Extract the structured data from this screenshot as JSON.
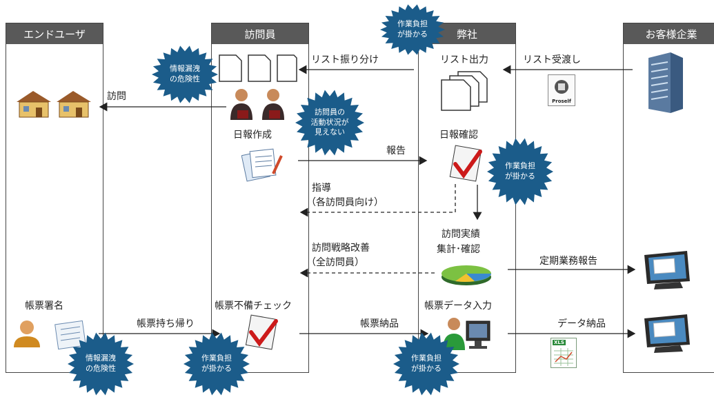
{
  "lanes": {
    "end_user": "エンドユーザ",
    "visitor": "訪問員",
    "company": "弊社",
    "client": "お客様企業"
  },
  "steps": {
    "list_distribute": "リスト振り分け",
    "list_output": "リスト出力",
    "list_receive": "リスト受渡し",
    "visit": "訪問",
    "daily_report_create": "日報作成",
    "report": "報告",
    "daily_report_check": "日報確認",
    "guidance_line1": "指導",
    "guidance_line2": "（各訪問員向け）",
    "strategy_line1": "訪問戦略改善",
    "strategy_line2": "（全訪問員）",
    "results_line1": "訪問実績",
    "results_line2": "集計･確認",
    "regular_report": "定期業務報告",
    "form_sign": "帳票署名",
    "form_takeback": "帳票持ち帰り",
    "form_check": "帳票不備チェック",
    "form_delivery": "帳票納品",
    "data_input": "帳票データ入力",
    "data_delivery": "データ納品"
  },
  "bursts": {
    "workload_top": "作業負担\nが掛かる",
    "leak_top": "情報漏洩\nの危険性",
    "visitor_invisible": "訪問員の\n活動状況が\n見えない",
    "workload_right": "作業負担\nが掛かる",
    "leak_bottom": "情報漏洩\nの危険性",
    "workload_bottom_visitor": "作業負担\nが掛かる",
    "workload_bottom_company": "作業負担\nが掛かる"
  },
  "icons": {
    "proself_label": "Proself",
    "xls_label": "XLS"
  },
  "colors": {
    "lane_header": "#595959",
    "burst_fill": "#1b5c8a",
    "arrow": "#222222"
  }
}
